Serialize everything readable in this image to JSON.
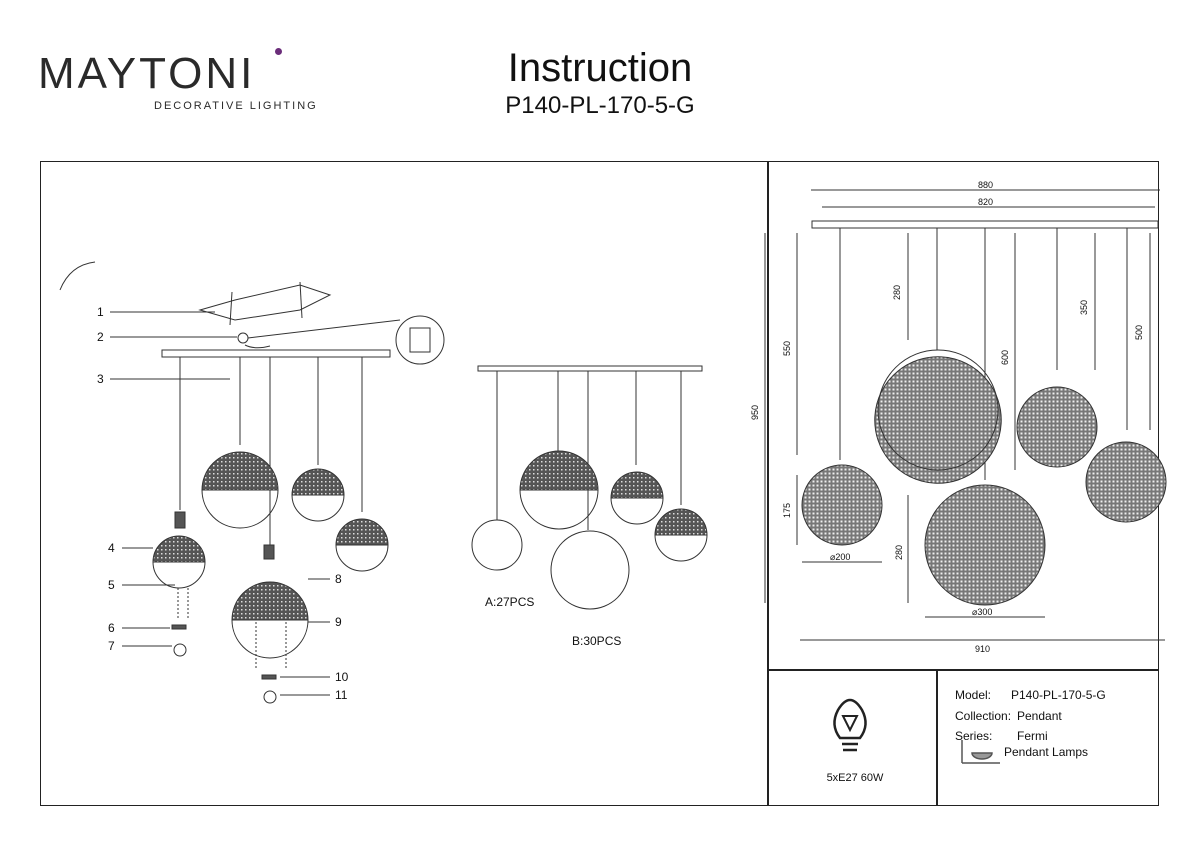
{
  "brand": {
    "name": "MAYTONI",
    "tagline": "DECORATIVE LIGHTING",
    "accent": "#6b2d7a"
  },
  "header": {
    "title": "Instruction",
    "code": "P140-PL-170-5-G"
  },
  "parts": {
    "numbers": [
      "1",
      "2",
      "3",
      "4",
      "5",
      "6",
      "7",
      "8",
      "9",
      "10",
      "11"
    ],
    "crystal_a": "A:27PCS",
    "crystal_b": "B:30PCS"
  },
  "dimensions": {
    "width_total": "880",
    "width_canopy": "820",
    "drop_a": "280",
    "drop_b": "350",
    "drop_c": "550",
    "drop_d": "600",
    "drop_e": "500",
    "height_total": "950",
    "small_height": "175",
    "small_diameter": "⌀200",
    "large_height": "280",
    "large_diameter": "⌀300",
    "spread": "910"
  },
  "specs": {
    "model_label": "Model:",
    "model_value": "P140-PL-170-5-G",
    "collection_label": "Collection:",
    "collection_value": "Pendant",
    "series_label": "Series:",
    "series_value": "Fermi",
    "type_value": "Pendant Lamps",
    "bulb": "5xE27 60W"
  }
}
